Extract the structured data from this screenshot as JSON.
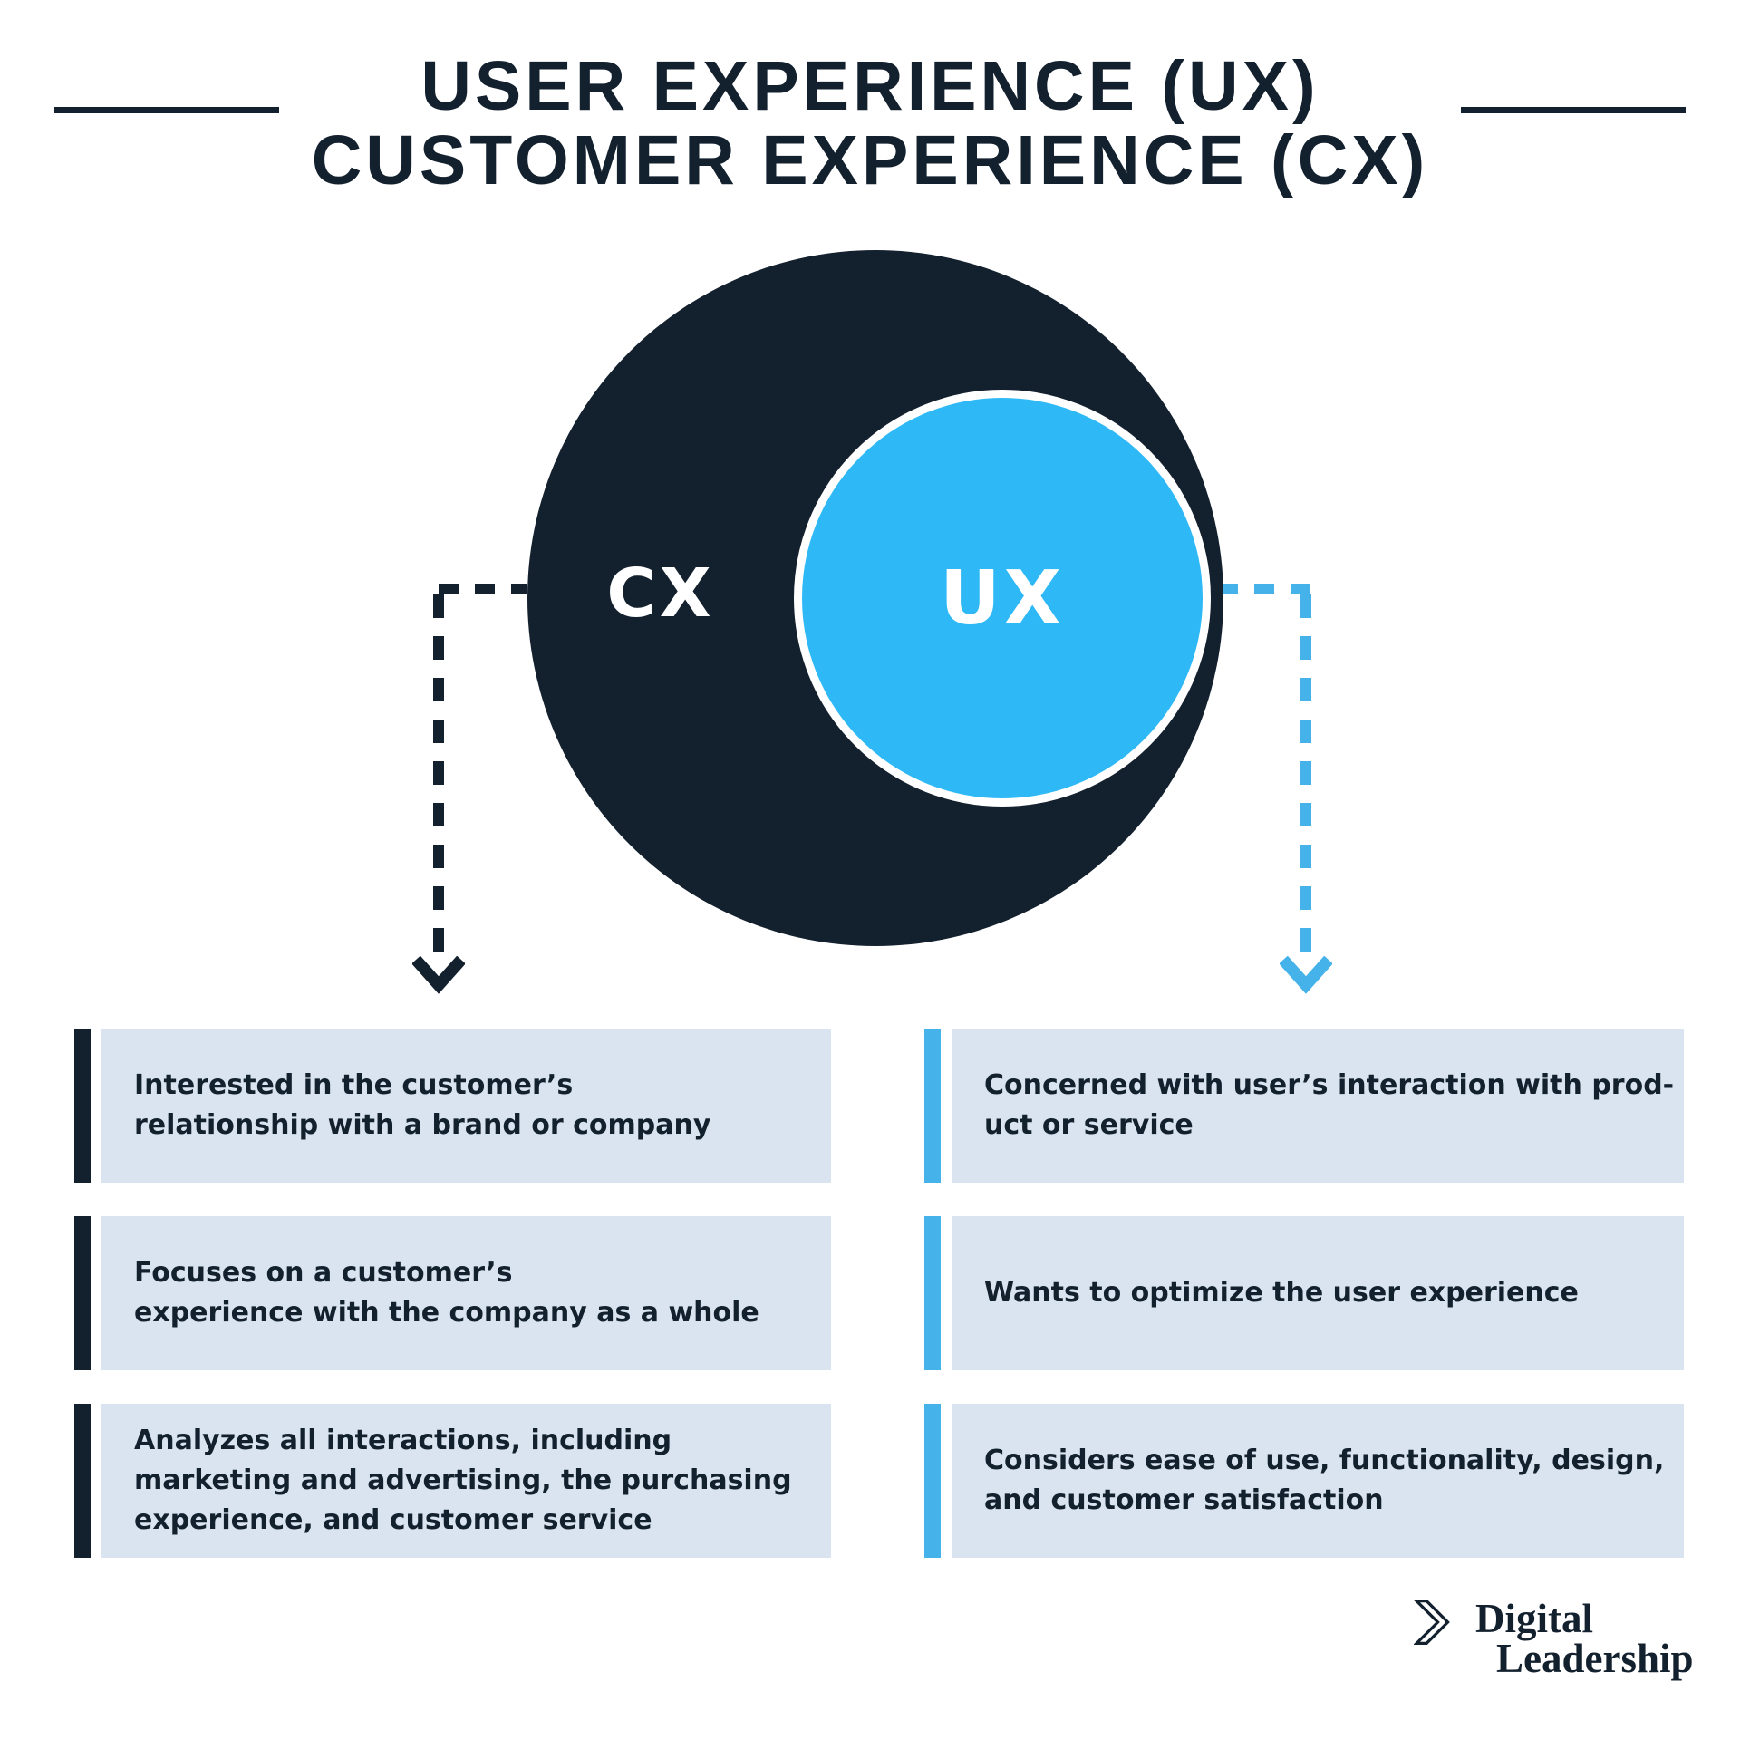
{
  "title": {
    "line1": "USER EXPERIENCE (UX)",
    "line2": "CUSTOMER EXPERIENCE (CX)"
  },
  "diagram": {
    "outer_circle_label": "CX",
    "inner_circle_label": "UX"
  },
  "cx_column": {
    "items": [
      {
        "lines": [
          "Interested in the customer’s",
          "relationship with a brand or company"
        ]
      },
      {
        "lines": [
          "Focuses on a customer’s",
          "experience with the company as a whole"
        ]
      },
      {
        "lines": [
          "Analyzes all interactions, including",
          "marketing and advertising, the purchasing",
          "experience, and customer service"
        ]
      }
    ]
  },
  "ux_column": {
    "items": [
      {
        "lines": [
          "Concerned with user’s interaction with prod-",
          "uct or service"
        ]
      },
      {
        "lines": [
          "Wants to optimize the user experience"
        ]
      },
      {
        "lines": [
          "Considers ease of use, functionality, design,",
          "and customer satisfaction"
        ]
      }
    ]
  },
  "logo": {
    "chevron_icon": "double-chevron-right",
    "name_line1": "Digital",
    "name_line2": "Leadership"
  },
  "colors": {
    "navy": "#13202E",
    "sky_blue": "#2EB9F6",
    "accent_blue": "#45B2EA",
    "box_background": "#D9E4F0",
    "background": "#FFFFFF"
  }
}
